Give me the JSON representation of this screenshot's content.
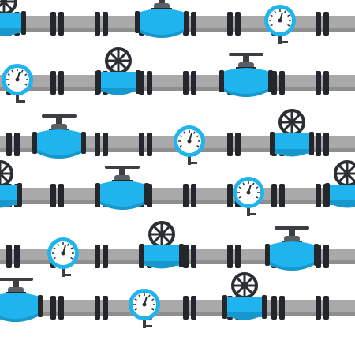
{
  "pattern": {
    "colors": {
      "background": "#ffffff",
      "pipe": "#a9a9a9",
      "pipe_shade": "#8e8e8e",
      "flange": "#23272b",
      "valve_body": "#20b4ef",
      "valve_shadow": "#1797cc",
      "valve_dark": "#3c3f42",
      "wheel": "#2b2f33",
      "gauge_rim": "#20b4ef",
      "gauge_face": "#ffffff",
      "gauge_marks": "#2b2f33",
      "needle": "#2b2f33"
    },
    "pipe_rows": [
      {
        "id": "row-1",
        "items": [
          {
            "kind": "handwheel-valve"
          },
          {
            "kind": "gate-valve"
          },
          {
            "kind": "pressure-gauge"
          }
        ]
      },
      {
        "id": "row-2",
        "items": [
          {
            "kind": "pressure-gauge"
          },
          {
            "kind": "handwheel-valve"
          },
          {
            "kind": "gate-valve"
          }
        ]
      },
      {
        "id": "row-3",
        "items": [
          {
            "kind": "gate-valve"
          },
          {
            "kind": "pressure-gauge"
          },
          {
            "kind": "handwheel-valve"
          }
        ]
      },
      {
        "id": "row-4",
        "items": [
          {
            "kind": "handwheel-valve"
          },
          {
            "kind": "gate-valve"
          },
          {
            "kind": "pressure-gauge"
          },
          {
            "kind": "handwheel-valve"
          }
        ]
      },
      {
        "id": "row-5",
        "items": [
          {
            "kind": "pressure-gauge"
          },
          {
            "kind": "handwheel-valve"
          },
          {
            "kind": "gate-valve"
          }
        ]
      },
      {
        "id": "row-6",
        "items": [
          {
            "kind": "gate-valve"
          },
          {
            "kind": "pressure-gauge"
          },
          {
            "kind": "handwheel-valve"
          }
        ]
      }
    ],
    "icon_names": [
      "handwheel-valve-icon",
      "gate-valve-icon",
      "pressure-gauge-icon"
    ]
  }
}
